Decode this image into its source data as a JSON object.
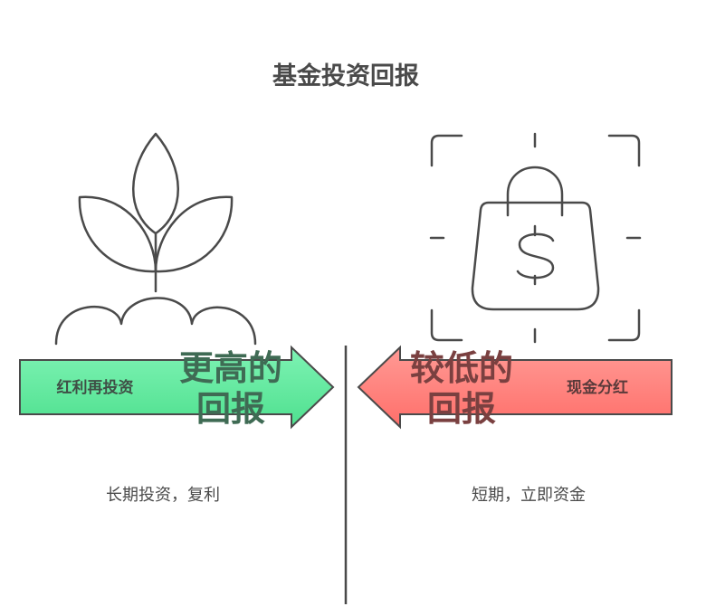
{
  "title": "基金投资回报",
  "left": {
    "arrow_label": "红利再投资",
    "big_label_line1": "更高的",
    "big_label_line2": "回报",
    "caption": "长期投资，复利",
    "icon": "plant-icon",
    "colors": {
      "arrow_fill": "#5ee89e",
      "big_label": "#3f6b54"
    }
  },
  "right": {
    "arrow_label": "现金分红",
    "big_label_line1": "较低的",
    "big_label_line2": "回报",
    "caption": "短期，立即资金",
    "icon": "shopping-bag-dollar-icon",
    "colors": {
      "arrow_fill": "#ff7f7a",
      "big_label": "#7a4040"
    }
  },
  "stroke_color": "#4a4a4a"
}
